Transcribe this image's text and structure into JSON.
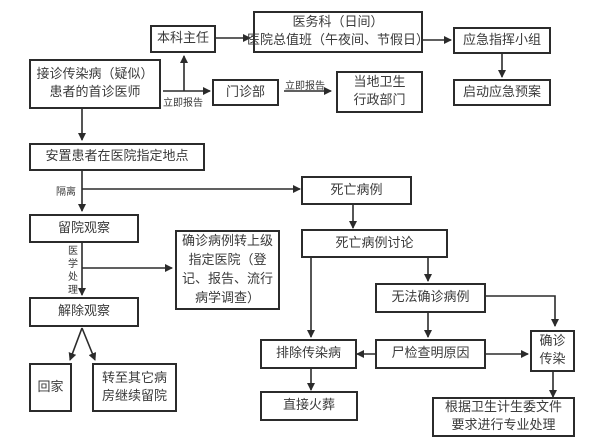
{
  "diagram": {
    "type": "flowchart",
    "colors": {
      "line": "#2b2b2b",
      "text": "#3a3a3a",
      "background": "#ffffff"
    },
    "nodes": {
      "first_doctor": {
        "lines": [
          "接诊传染病（疑似）",
          "患者的首诊医师"
        ]
      },
      "dept_head": {
        "lines": [
          "本科主任"
        ]
      },
      "medical_affairs": {
        "lines": [
          "医务科（日间）",
          "医院总值班（午夜间、节假日）"
        ]
      },
      "emergency_group": {
        "lines": [
          "应急指挥小组"
        ]
      },
      "start_plan": {
        "lines": [
          "启动应急预案"
        ]
      },
      "outpatient": {
        "lines": [
          "门诊部"
        ]
      },
      "local_health": {
        "lines": [
          "当地卫生",
          "行政部门"
        ]
      },
      "place_patient": {
        "lines": [
          "安置患者在医院指定地点"
        ]
      },
      "observation": {
        "lines": [
          "留院观察"
        ]
      },
      "transfer_confirmed": {
        "lines": [
          "确诊病例转上级",
          "指定医院（登",
          "记、报告、流行",
          "病学调查）"
        ]
      },
      "release": {
        "lines": [
          "解除观察"
        ]
      },
      "go_home": {
        "lines": [
          "回家"
        ]
      },
      "other_ward": {
        "lines": [
          "转至其它病",
          "房继续留院"
        ]
      },
      "death_case": {
        "lines": [
          "死亡病例"
        ]
      },
      "death_discussion": {
        "lines": [
          "死亡病例讨论"
        ]
      },
      "undiagnosed": {
        "lines": [
          "无法确诊病例"
        ]
      },
      "exclude_infection": {
        "lines": [
          "排除传染病"
        ]
      },
      "autopsy": {
        "lines": [
          "尸检查明原因"
        ]
      },
      "confirmed_infection": {
        "lines": [
          "确诊",
          "传染"
        ]
      },
      "cremation": {
        "lines": [
          "直接火葬"
        ]
      },
      "professional_handling": {
        "lines": [
          "根据卫生计生委文件",
          "要求进行专业处理"
        ]
      }
    },
    "edge_labels": {
      "report_immediately_1": "立即报告",
      "report_immediately_2": "立即报告",
      "isolation": "隔离",
      "medical_treatment": [
        "医",
        "学",
        "处",
        "理"
      ]
    },
    "edges": [
      [
        "first_doctor",
        "outpatient"
      ],
      [
        "first_doctor",
        "dept_head"
      ],
      [
        "dept_head",
        "medical_affairs"
      ],
      [
        "medical_affairs",
        "emergency_group"
      ],
      [
        "emergency_group",
        "start_plan"
      ],
      [
        "outpatient",
        "local_health"
      ],
      [
        "first_doctor",
        "place_patient"
      ],
      [
        "place_patient",
        "observation"
      ],
      [
        "place_patient",
        "death_case"
      ],
      [
        "observation",
        "release"
      ],
      [
        "observation",
        "transfer_confirmed"
      ],
      [
        "release",
        "go_home"
      ],
      [
        "release",
        "other_ward"
      ],
      [
        "death_case",
        "death_discussion"
      ],
      [
        "death_discussion",
        "undiagnosed"
      ],
      [
        "death_discussion",
        "exclude_infection"
      ],
      [
        "undiagnosed",
        "autopsy"
      ],
      [
        "undiagnosed",
        "confirmed_infection"
      ],
      [
        "autopsy",
        "exclude_infection"
      ],
      [
        "autopsy",
        "confirmed_infection"
      ],
      [
        "exclude_infection",
        "cremation"
      ],
      [
        "confirmed_infection",
        "professional_handling"
      ]
    ]
  }
}
